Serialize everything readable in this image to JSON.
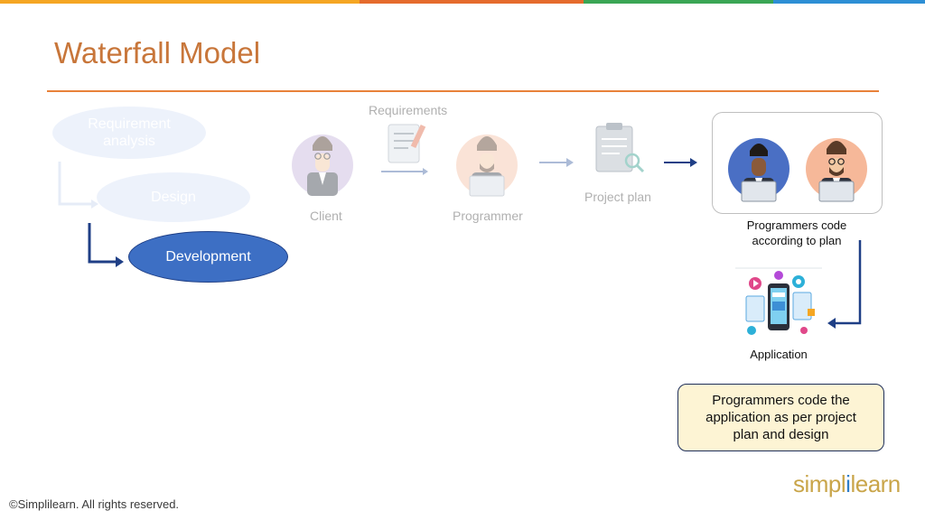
{
  "slide": {
    "title": "Waterfall Model",
    "copyright": "©Simplilearn. All rights reserved.",
    "logo": {
      "part1": "simpl",
      "part2": "i",
      "part3": "learn"
    }
  },
  "phases": {
    "requirement_analysis": "Requirement analysis",
    "design": "Design",
    "development": "Development"
  },
  "flow": {
    "requirements": "Requirements",
    "client": "Client",
    "programmer": "Programmer",
    "project_plan": "Project plan",
    "programmers_code": "Programmers code according to plan",
    "application": "Application"
  },
  "note": {
    "text": "Programmers code the application as per project plan and design"
  },
  "colors": {
    "title": "#c8763a",
    "rule": "#e8823a",
    "development_fill": "#3d6fc4",
    "faded_fill": "#eaf0fb",
    "arrow": "#1f3f86",
    "note_bg": "#fdf4d4",
    "logo_main": "#c9a54a",
    "logo_accent": "#2f7ec8"
  }
}
